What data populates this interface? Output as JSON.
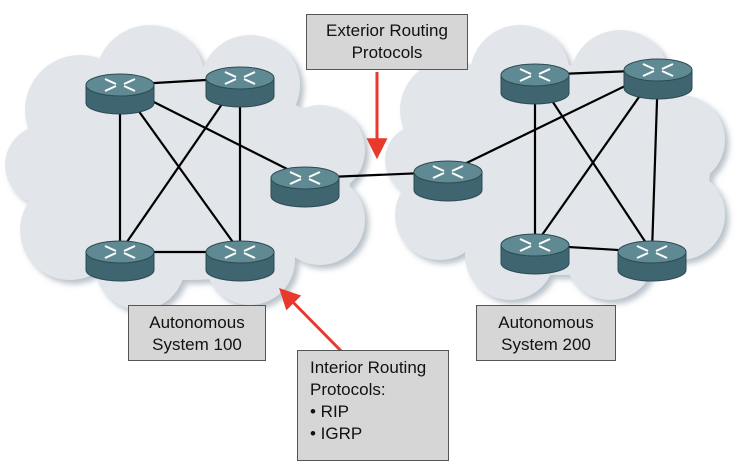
{
  "labels": {
    "exterior": [
      "Exterior Routing",
      "Protocols"
    ],
    "as100": [
      "Autonomous",
      "System 100"
    ],
    "as200": [
      "Autonomous",
      "System 200"
    ],
    "interior": {
      "title": [
        "Interior Routing",
        "Protocols:"
      ],
      "items": [
        "• RIP",
        "• IGRP"
      ]
    }
  },
  "colors": {
    "cloud_fill": "#e2e6ea",
    "cloud_edge": "#b9c2cb",
    "router_top": "#5f8a94",
    "router_side": "#3f6670",
    "link": "#000000",
    "arrow": "#e8392c",
    "box_fill": "#d6d6d6"
  },
  "routers": [
    "as100-top-left",
    "as100-top-right",
    "as100-bottom-left",
    "as100-bottom-right",
    "as100-border",
    "as200-border",
    "as200-top-left",
    "as200-top-right",
    "as200-bottom-left",
    "as200-bottom-right"
  ],
  "icons": {
    "router": "router-icon",
    "cloud": "cloud-icon",
    "arrow": "arrow-icon"
  }
}
